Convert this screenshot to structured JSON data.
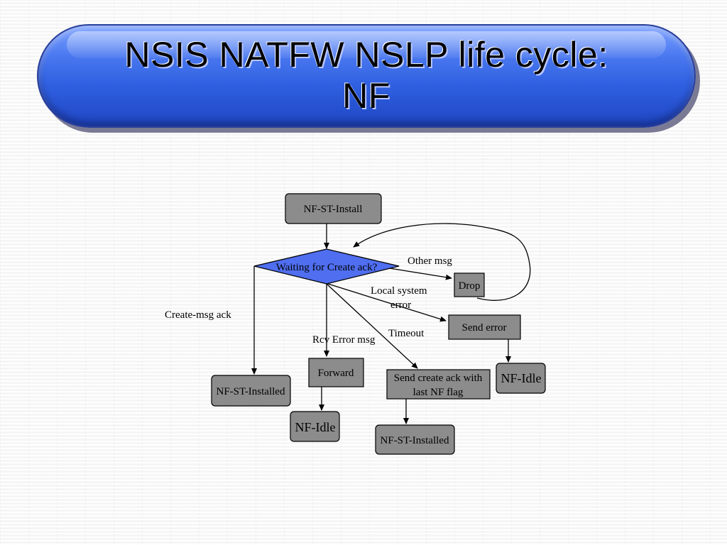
{
  "title": {
    "line1": "NSIS NATFW  NSLP life cycle:",
    "line2": "NF"
  },
  "nodes": {
    "install": "NF-ST-Install",
    "decision": "Waiting for Create ack?",
    "drop": "Drop",
    "send_error": "Send error",
    "nf_idle_right": "NF-Idle",
    "forward": "Forward",
    "nf_idle_mid": "NF-Idle",
    "send_create_ack_line1": "Send create ack with",
    "send_create_ack_line2": "last NF flag",
    "installed_left": "NF-ST-Installed",
    "installed_bottom": "NF-ST-Installed"
  },
  "edge_labels": {
    "other_msg": "Other msg",
    "local_system_line1": "Local system",
    "local_system_line2": "error",
    "timeout": "Timeout",
    "rcv_error": "Rcv Error msg",
    "create_msg_ack": "Create-msg ack"
  },
  "colors": {
    "node_fill": "#8c8c8c",
    "decision_fill": "#4f6ef0",
    "title_text": "#000000"
  }
}
